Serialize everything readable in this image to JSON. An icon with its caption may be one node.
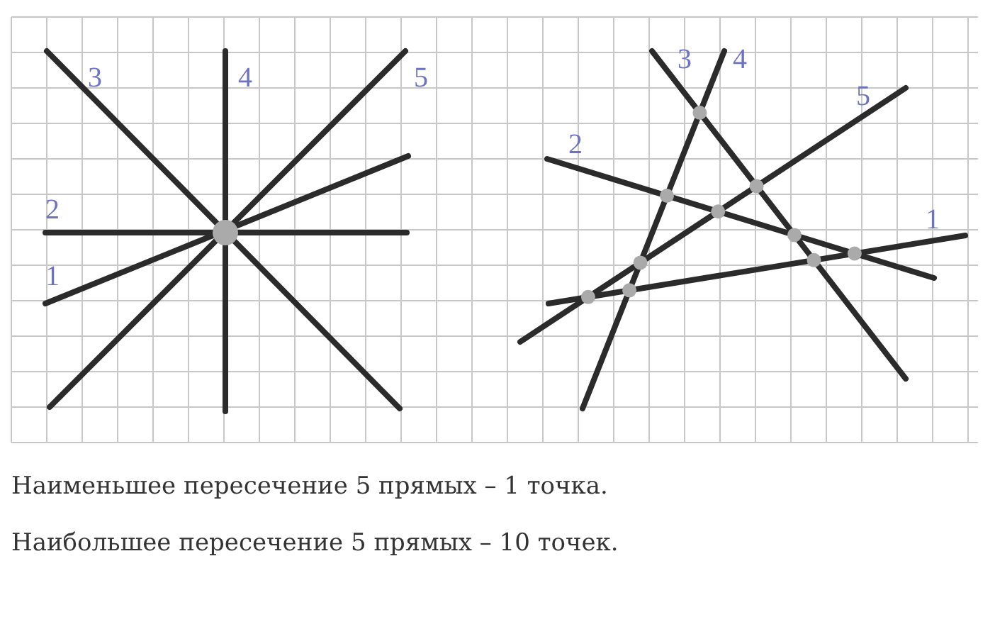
{
  "diagram": {
    "labels": [
      "3",
      "4",
      "5",
      "2",
      "1",
      "3",
      "4",
      "5",
      "2",
      "1",
      "Наименьшее пересечение 5 прямых – 1 точка.",
      "Наибольшее пересечение 5 прямых – 10 точек."
    ]
  }
}
